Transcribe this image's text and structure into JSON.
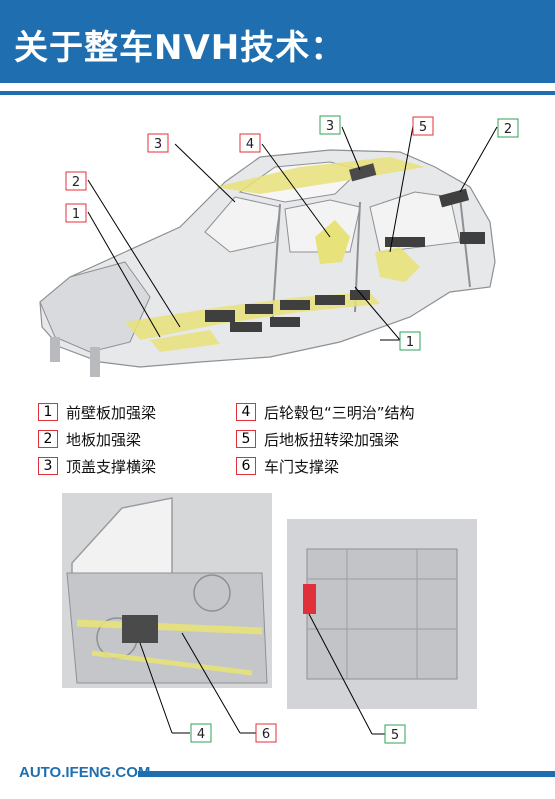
{
  "title": "关于整车NVH技术：",
  "brand": "AUTO.IFENG.COM",
  "colors": {
    "blue": "#1f6fb0",
    "red": "#e0303a",
    "green": "#2fa35a",
    "yellow": "#e8e27a"
  },
  "legend": [
    {
      "num": "1",
      "label": "前壁板加强梁",
      "color": "red"
    },
    {
      "num": "2",
      "label": "地板加强梁",
      "color": "red"
    },
    {
      "num": "3",
      "label": "顶盖支撑横梁",
      "color": "red"
    },
    {
      "num": "4",
      "label": "后轮毂包“三明治”结构",
      "color": "red"
    },
    {
      "num": "5",
      "label": "后地板扭转梁加强梁",
      "color": "red"
    },
    {
      "num": "6",
      "label": "车门支撑梁",
      "color": "red"
    }
  ],
  "body_callouts": [
    {
      "num": "3",
      "color": "red"
    },
    {
      "num": "4",
      "color": "red"
    },
    {
      "num": "3",
      "color": "green"
    },
    {
      "num": "5",
      "color": "red"
    },
    {
      "num": "2",
      "color": "green"
    },
    {
      "num": "2",
      "color": "red"
    },
    {
      "num": "1",
      "color": "red"
    },
    {
      "num": "1",
      "color": "green"
    }
  ],
  "door_callouts": [
    {
      "num": "4",
      "color": "green"
    },
    {
      "num": "6",
      "color": "red"
    }
  ],
  "floor_callouts": [
    {
      "num": "5",
      "color": "green"
    }
  ]
}
